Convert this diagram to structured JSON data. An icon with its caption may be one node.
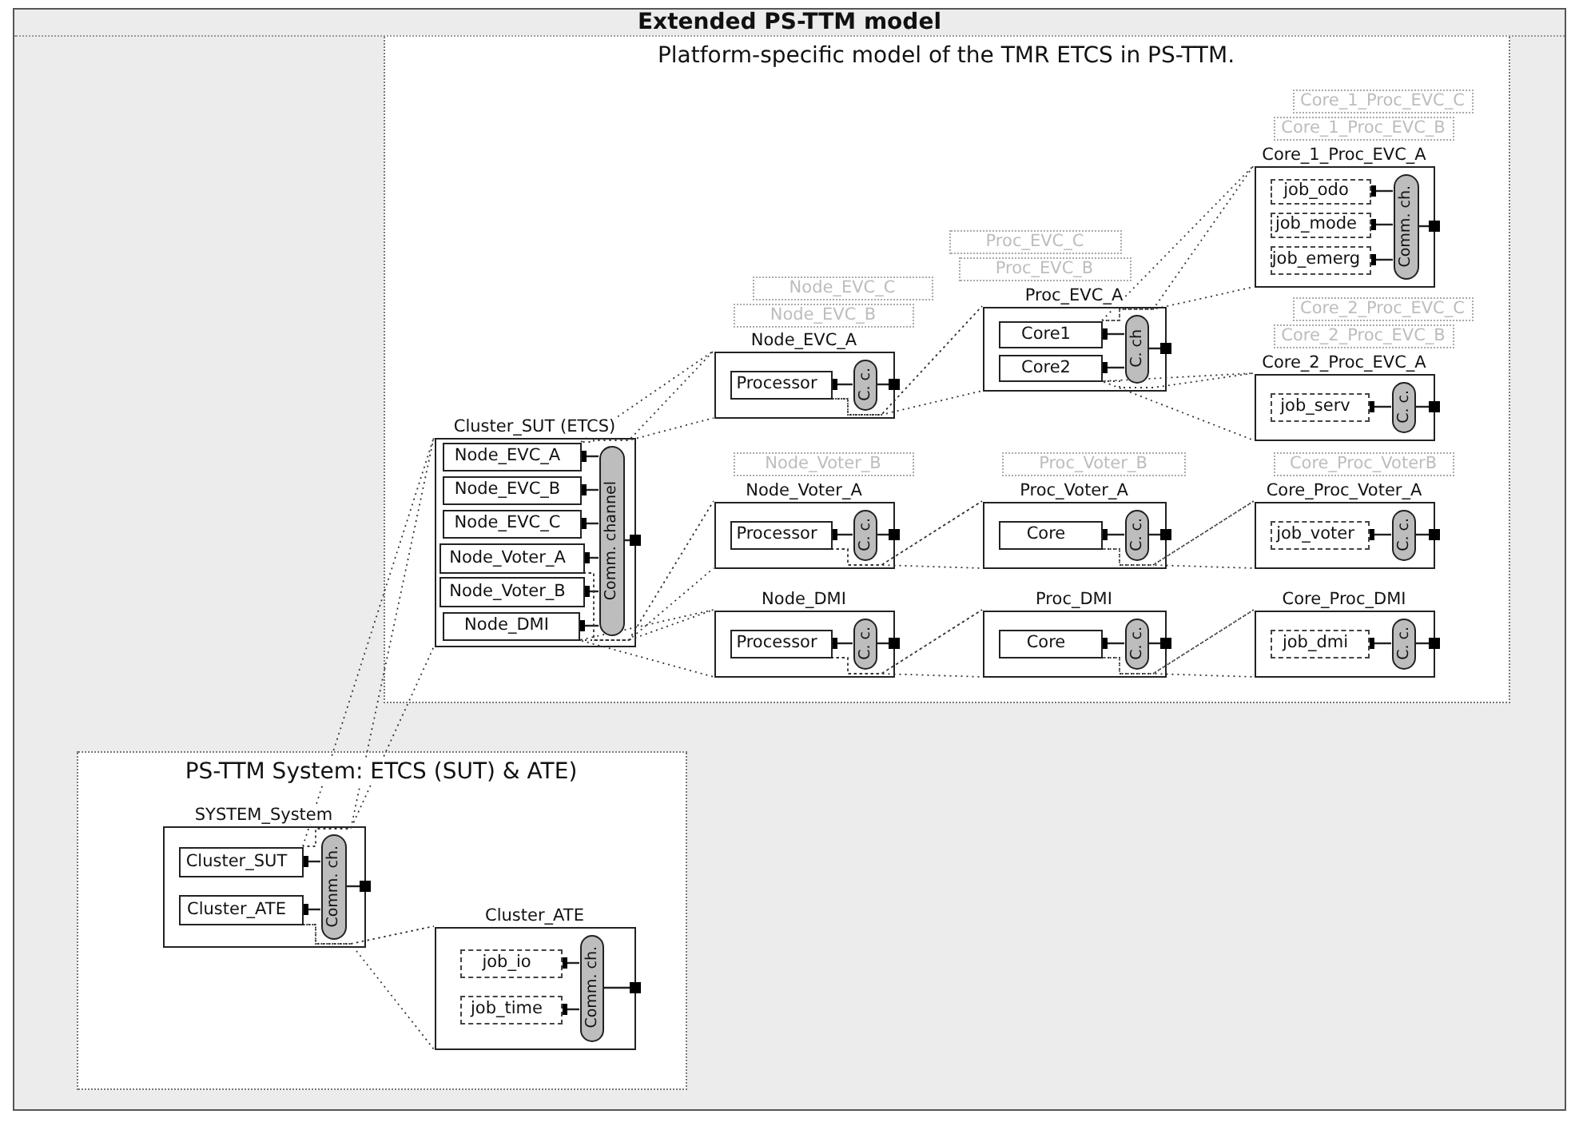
{
  "diagram": {
    "nodes": [
      {
        "text": [
          "Extended PS-TTM model"
        ]
      },
      {
        "text": [
          "Platform-specific model of the TMR ETCS in PS-TTM."
        ],
        "in": 0
      },
      {
        "text": [
          "Cluster_SUT (ETCS)"
        ],
        "in": 1
      },
      {
        "text": [
          "Node_EVC_A"
        ],
        "in": 2
      },
      {
        "text": [
          "Node_EVC_B"
        ],
        "in": 2
      },
      {
        "text": [
          "Node_EVC_C"
        ],
        "in": 2
      },
      {
        "text": [
          "Node_Voter_A"
        ],
        "in": 2
      },
      {
        "text": [
          "Node_Voter_B"
        ],
        "in": 2
      },
      {
        "text": [
          "Node_DMI"
        ],
        "in": 2
      },
      {
        "text": [
          "Comm. channel"
        ],
        "in": 2
      },
      {
        "text": [
          "Node_EVC_C"
        ],
        "in": 1
      },
      {
        "text": [
          "Node_EVC_B"
        ],
        "in": 1
      },
      {
        "text": [
          "Node_EVC_A"
        ],
        "in": 1
      },
      {
        "text": [
          "Processor"
        ],
        "in": 12
      },
      {
        "text": [
          "C. c."
        ],
        "in": 12
      },
      {
        "text": [
          "Proc_EVC_C"
        ],
        "in": 1
      },
      {
        "text": [
          "Proc_EVC_B"
        ],
        "in": 1
      },
      {
        "text": [
          "Proc_EVC_A"
        ],
        "in": 1
      },
      {
        "text": [
          "Core1"
        ],
        "in": 17
      },
      {
        "text": [
          "Core2"
        ],
        "in": 17
      },
      {
        "text": [
          "C. ch"
        ],
        "in": 17
      },
      {
        "text": [
          "Core_1_Proc_EVC_C"
        ],
        "in": 1
      },
      {
        "text": [
          "Core_1_Proc_EVC_B"
        ],
        "in": 1
      },
      {
        "text": [
          "Core_1_Proc_EVC_A"
        ],
        "in": 1
      },
      {
        "text": [
          "job_odo"
        ],
        "in": 23
      },
      {
        "text": [
          "job_mode"
        ],
        "in": 23
      },
      {
        "text": [
          "job_emerg"
        ],
        "in": 23
      },
      {
        "text": [
          "Comm. ch."
        ],
        "in": 23
      },
      {
        "text": [
          "Core_2_Proc_EVC_C"
        ],
        "in": 1
      },
      {
        "text": [
          "Core_2_Proc_EVC_B"
        ],
        "in": 1
      },
      {
        "text": [
          "Core_2_Proc_EVC_A"
        ],
        "in": 1
      },
      {
        "text": [
          "job_serv"
        ],
        "in": 30
      },
      {
        "text": [
          "C. c."
        ],
        "in": 30
      },
      {
        "text": [
          "Node_Voter_B"
        ],
        "in": 1
      },
      {
        "text": [
          "Node_Voter_A"
        ],
        "in": 1
      },
      {
        "text": [
          "Processor"
        ],
        "in": 34
      },
      {
        "text": [
          "C. c."
        ],
        "in": 34
      },
      {
        "text": [
          "Proc_Voter_B"
        ],
        "in": 1
      },
      {
        "text": [
          "Proc_Voter_A"
        ],
        "in": 1
      },
      {
        "text": [
          "Core"
        ],
        "in": 38
      },
      {
        "text": [
          "C. c."
        ],
        "in": 38
      },
      {
        "text": [
          "Core_Proc_VoterB"
        ],
        "in": 1
      },
      {
        "text": [
          "Core_Proc_Voter_A"
        ],
        "in": 1
      },
      {
        "text": [
          "job_voter"
        ],
        "in": 42
      },
      {
        "text": [
          "C. c."
        ],
        "in": 42
      },
      {
        "text": [
          "Node_DMI"
        ],
        "in": 1
      },
      {
        "text": [
          "Processor"
        ],
        "in": 45
      },
      {
        "text": [
          "C. c."
        ],
        "in": 45
      },
      {
        "text": [
          "Proc_DMI"
        ],
        "in": 1
      },
      {
        "text": [
          "Core"
        ],
        "in": 48
      },
      {
        "text": [
          "C. c."
        ],
        "in": 48
      },
      {
        "text": [
          "Core_Proc_DMI"
        ],
        "in": 1
      },
      {
        "text": [
          "job_dmi"
        ],
        "in": 51
      },
      {
        "text": [
          "C. c."
        ],
        "in": 51
      },
      {
        "text": [
          "PS-TTM System: ETCS (SUT) & ATE)"
        ],
        "in": 0
      },
      {
        "text": [
          "SYSTEM_System"
        ],
        "in": 54
      },
      {
        "text": [
          "Cluster_SUT"
        ],
        "in": 55
      },
      {
        "text": [
          "Cluster_ATE"
        ],
        "in": 55
      },
      {
        "text": [
          "Comm. ch."
        ],
        "in": 55
      },
      {
        "text": [
          "Cluster_ATE"
        ],
        "in": 54
      },
      {
        "text": [
          "job_io"
        ],
        "in": 59
      },
      {
        "text": [
          "job_time"
        ],
        "in": 59
      },
      {
        "text": [
          "Comm. ch."
        ],
        "in": 59
      }
    ],
    "edges": [
      {
        "from": 3,
        "to": 9,
        "arrow": "other"
      },
      {
        "from": 4,
        "to": 9,
        "arrow": "other"
      },
      {
        "from": 5,
        "to": 9,
        "arrow": "other"
      },
      {
        "from": 6,
        "to": 9,
        "arrow": "other"
      },
      {
        "from": 7,
        "to": 9,
        "arrow": "other"
      },
      {
        "from": 8,
        "to": 9,
        "arrow": "other"
      },
      {
        "from": 2,
        "to": 9,
        "arrow": "other"
      },
      {
        "from": 13,
        "to": 14,
        "arrow": "other"
      },
      {
        "from": 12,
        "to": 14,
        "arrow": "other"
      },
      {
        "from": 18,
        "to": 20,
        "arrow": "other"
      },
      {
        "from": 19,
        "to": 20,
        "arrow": "other"
      },
      {
        "from": 17,
        "to": 20,
        "arrow": "other"
      },
      {
        "from": 24,
        "to": 27,
        "arrow": "other"
      },
      {
        "from": 25,
        "to": 27,
        "arrow": "other"
      },
      {
        "from": 26,
        "to": 27,
        "arrow": "other"
      },
      {
        "from": 23,
        "to": 27,
        "arrow": "other"
      },
      {
        "from": 31,
        "to": 32,
        "arrow": "other"
      },
      {
        "from": 30,
        "to": 32,
        "arrow": "other"
      },
      {
        "from": 35,
        "to": 36,
        "arrow": "other"
      },
      {
        "from": 34,
        "to": 36,
        "arrow": "other"
      },
      {
        "from": 39,
        "to": 40,
        "arrow": "other"
      },
      {
        "from": 38,
        "to": 40,
        "arrow": "other"
      },
      {
        "from": 43,
        "to": 44,
        "arrow": "other"
      },
      {
        "from": 42,
        "to": 44,
        "arrow": "other"
      },
      {
        "from": 46,
        "to": 47,
        "arrow": "other"
      },
      {
        "from": 45,
        "to": 47,
        "arrow": "other"
      },
      {
        "from": 49,
        "to": 50,
        "arrow": "other"
      },
      {
        "from": 48,
        "to": 50,
        "arrow": "other"
      },
      {
        "from": 52,
        "to": 53,
        "arrow": "other"
      },
      {
        "from": 51,
        "to": 53,
        "arrow": "other"
      },
      {
        "from": 56,
        "to": 58,
        "arrow": "other"
      },
      {
        "from": 57,
        "to": 58,
        "arrow": "other"
      },
      {
        "from": 55,
        "to": 58,
        "arrow": "other"
      },
      {
        "from": 60,
        "to": 62,
        "arrow": "other"
      },
      {
        "from": 61,
        "to": 62,
        "arrow": "other"
      },
      {
        "from": 59,
        "to": 62,
        "arrow": "other"
      },
      {
        "from": 56,
        "to": 2,
        "arrow": "none",
        "style": "dashed"
      },
      {
        "from": 57,
        "to": 59,
        "arrow": "none",
        "style": "dashed"
      },
      {
        "from": 3,
        "to": 12,
        "arrow": "none",
        "style": "dashed"
      },
      {
        "from": 6,
        "to": 34,
        "arrow": "none",
        "style": "dashed"
      },
      {
        "from": 8,
        "to": 45,
        "arrow": "none",
        "style": "dashed"
      },
      {
        "from": 13,
        "to": 17,
        "arrow": "none",
        "style": "dashed"
      },
      {
        "from": 35,
        "to": 38,
        "arrow": "none",
        "style": "dashed"
      },
      {
        "from": 46,
        "to": 48,
        "arrow": "none",
        "style": "dashed"
      },
      {
        "from": 18,
        "to": 23,
        "arrow": "none",
        "style": "dashed"
      },
      {
        "from": 19,
        "to": 30,
        "arrow": "none",
        "style": "dashed"
      },
      {
        "from": 39,
        "to": 42,
        "arrow": "none",
        "style": "dashed"
      },
      {
        "from": 49,
        "to": 51,
        "arrow": "none",
        "style": "dashed"
      }
    ]
  }
}
